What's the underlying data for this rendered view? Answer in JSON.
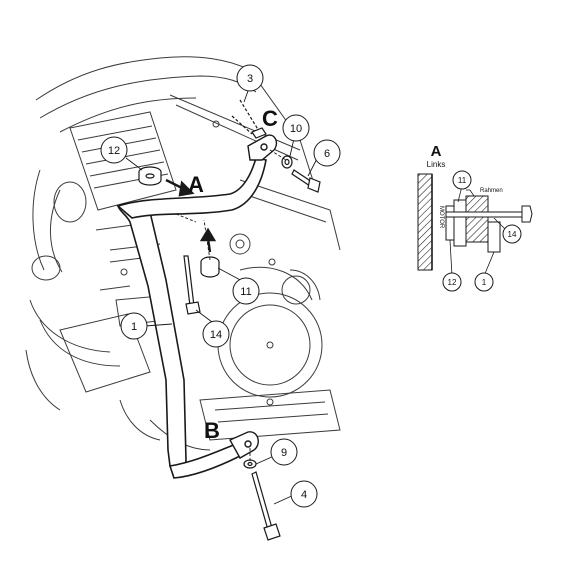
{
  "colors": {
    "ink": "#1a1a1a",
    "paper": "#ffffff"
  },
  "callouts": {
    "c1": "1",
    "c3": "3",
    "c4": "4",
    "c6": "6",
    "c9": "9",
    "c10": "10",
    "c11": "11",
    "c12": "12",
    "c14": "14"
  },
  "letters": {
    "a": "A",
    "b": "B",
    "c": "C"
  },
  "detail": {
    "title": "A",
    "subtitle": "Links",
    "motor": "MOTOR",
    "rahmen": "Rahmen",
    "c11": "11",
    "c14": "14",
    "c12": "12",
    "c1": "1"
  }
}
